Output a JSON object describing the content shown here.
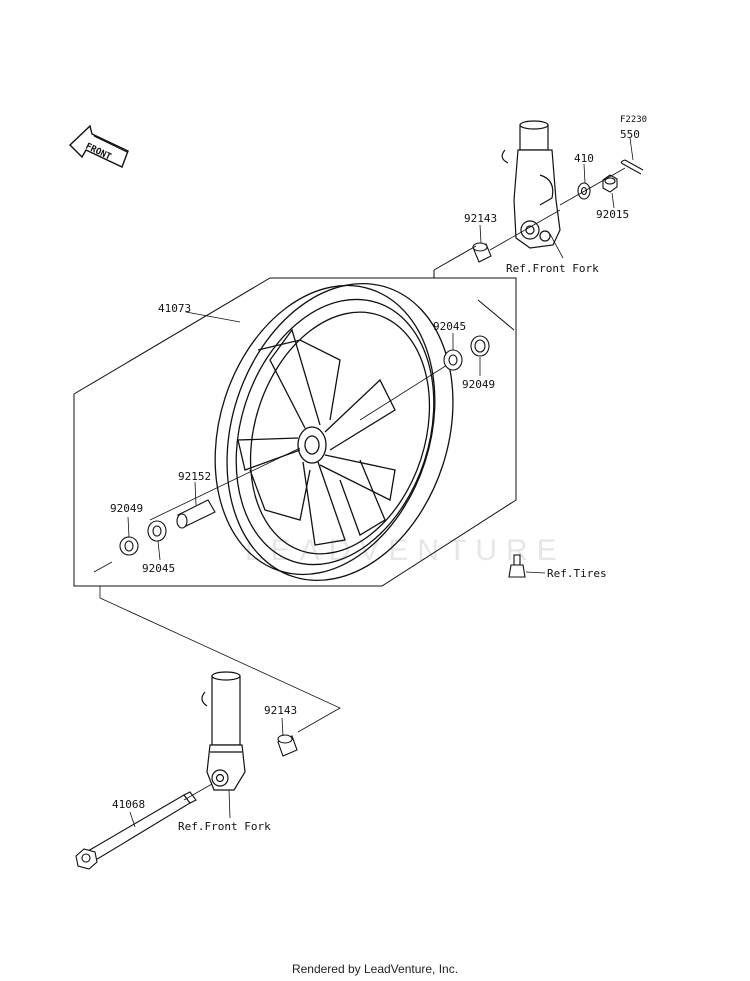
{
  "figure_code": "F2230",
  "direction_arrow": "FRONT",
  "watermark": "LEADVENTURE",
  "footer": "Rendered by LeadVenture, Inc.",
  "callouts": {
    "c550": "550",
    "c410": "410",
    "c92015": "92015",
    "c92143_top": "92143",
    "ref_fork_top": "Ref.Front Fork",
    "c41073": "41073",
    "c92045_right": "92045",
    "c92049_right": "92049",
    "c92152": "92152",
    "c92049_left": "92049",
    "c92045_left": "92045",
    "ref_tires": "Ref.Tires",
    "c92143_bottom": "92143",
    "c41068": "41068",
    "ref_fork_bottom": "Ref.Front Fork"
  }
}
